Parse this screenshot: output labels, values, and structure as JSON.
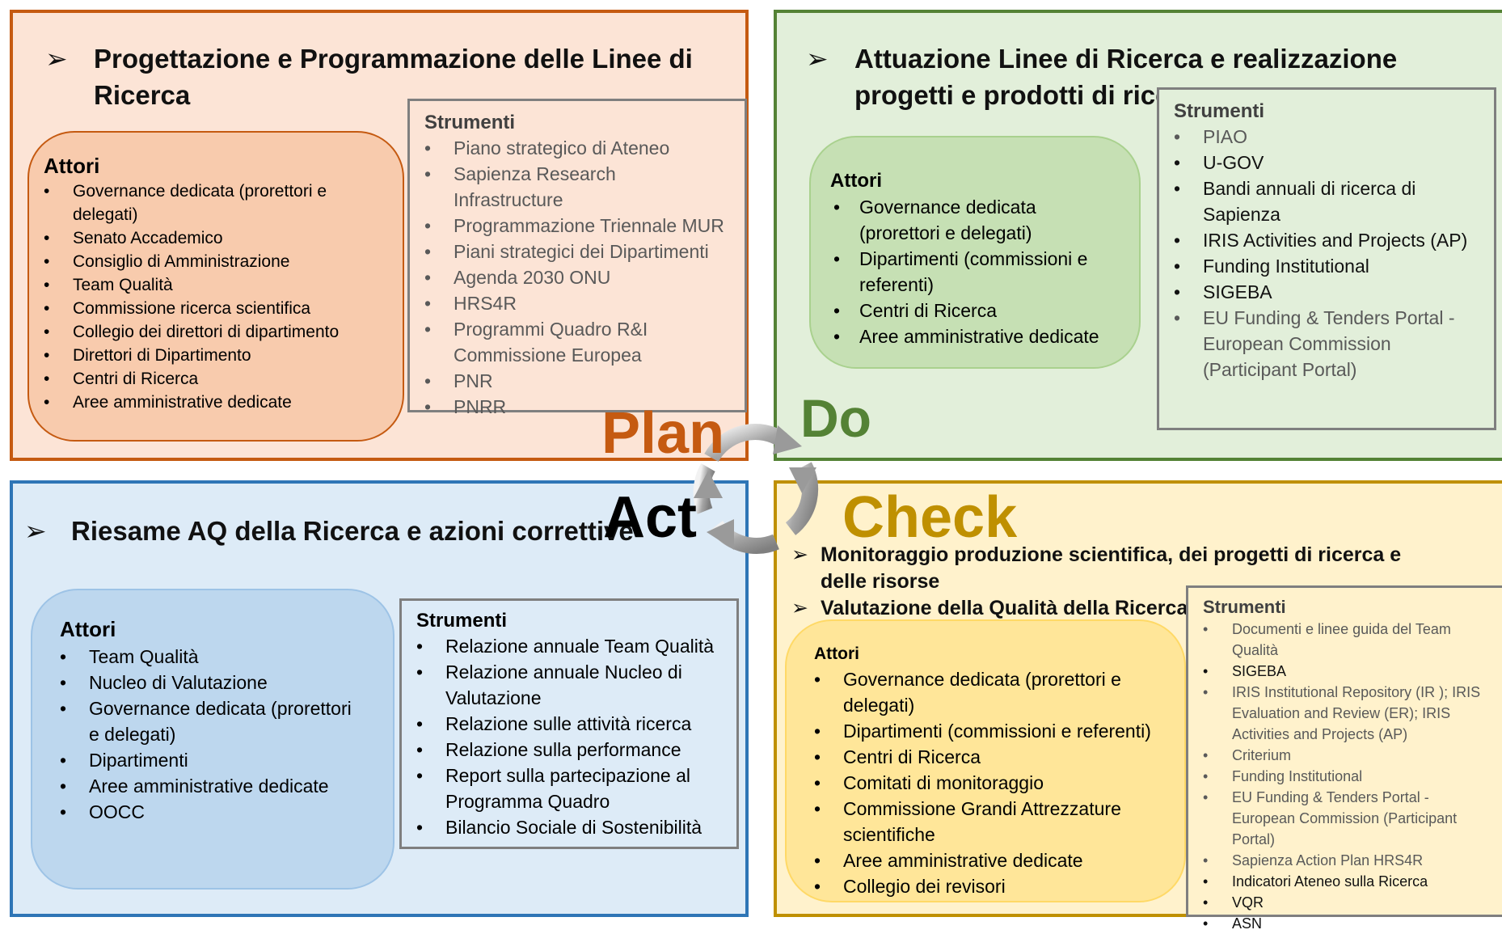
{
  "colors": {
    "plan": "#c55a11",
    "do": "#548235",
    "act": "#000000",
    "check": "#bf9000"
  },
  "cycle": {
    "plan": "Plan",
    "do": "Do",
    "act": "Act",
    "check": "Check"
  },
  "plan": {
    "headings": [
      "Progettazione e Programmazione delle Linee di Ricerca"
    ],
    "actors_title": "Attori",
    "actors": [
      "Governance dedicata (prorettori e delegati)",
      "Senato Accademico",
      "Consiglio di Amministrazione",
      "Team Qualità",
      "Commissione ricerca scientifica",
      "Collegio dei direttori di dipartimento",
      "Direttori di Dipartimento",
      "Centri di Ricerca",
      "Aree amministrative dedicate"
    ],
    "tools_title": "Strumenti",
    "tools": [
      "Piano strategico di Ateneo",
      "Sapienza Research Infrastructure",
      "Programmazione Triennale MUR",
      "Piani strategici dei Dipartimenti",
      "Agenda 2030 ONU",
      "HRS4R",
      "Programmi Quadro R&I Commissione Europea",
      "PNR",
      "PNRR"
    ]
  },
  "do": {
    "headings": [
      "Attuazione Linee di Ricerca e realizzazione progetti e prodotti di ricerca"
    ],
    "actors_title": "Attori",
    "actors": [
      "Governance dedicata (prorettori e delegati)",
      "Dipartimenti (commissioni e referenti)",
      "Centri di Ricerca",
      "Aree amministrative dedicate"
    ],
    "tools_title": "Strumenti",
    "tools": [
      "PIAO",
      "U-GOV",
      "Bandi annuali di ricerca di Sapienza",
      "IRIS Activities and Projects (AP)",
      "Funding Institutional",
      "SIGEBA",
      "EU Funding & Tenders Portal - European Commission (Participant Portal)"
    ]
  },
  "act": {
    "headings": [
      "Riesame AQ della Ricerca e azioni correttive"
    ],
    "actors_title": "Attori",
    "actors": [
      "Team Qualità",
      "Nucleo di Valutazione",
      "Governance dedicata (prorettori e delegati)",
      "Dipartimenti",
      "Aree amministrative dedicate",
      "OOCC"
    ],
    "tools_title": "Strumenti",
    "tools": [
      "Relazione annuale Team Qualità",
      "Relazione annuale Nucleo di Valutazione",
      "Relazione sulle attività ricerca",
      "Relazione sulla performance",
      "Report sulla partecipazione al Programma Quadro",
      "Bilancio Sociale di Sostenibilità"
    ]
  },
  "check": {
    "headings": [
      "Monitoraggio produzione scientifica, dei progetti di ricerca e delle risorse",
      "Valutazione della Qualità della Ricerca"
    ],
    "actors_title": "Attori",
    "actors": [
      "Governance dedicata (prorettori e delegati)",
      "Dipartimenti (commissioni e referenti)",
      "Centri di Ricerca",
      "Comitati di monitoraggio",
      "Commissione Grandi Attrezzature scientifiche",
      "Aree amministrative dedicate",
      "Collegio dei revisori"
    ],
    "tools_title": "Strumenti",
    "tools": [
      "Documenti e linee guida del Team Qualità",
      "SIGEBA",
      "IRIS Institutional Repository (IR ); IRIS Evaluation and Review (ER); IRIS Activities and Projects (AP)",
      "Criterium",
      "Funding Institutional",
      "EU Funding & Tenders Portal - European Commission (Participant Portal)",
      "Sapienza Action Plan HRS4R",
      "Indicatori Ateneo sulla Ricerca",
      "VQR",
      "ASN"
    ]
  }
}
